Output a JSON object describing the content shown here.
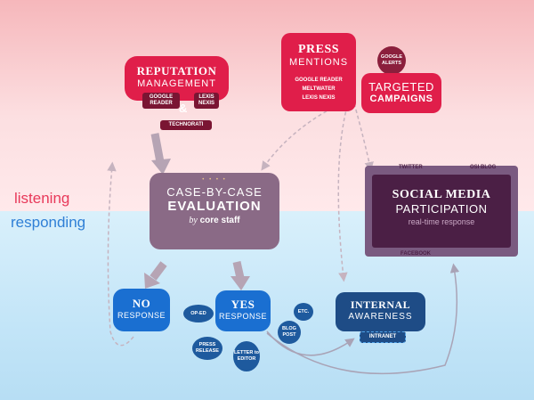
{
  "side_labels": {
    "listening": "listening",
    "responding": "responding"
  },
  "reputation": {
    "title": "REPUTATION",
    "subtitle": "MANAGEMENT",
    "tabs": {
      "google_reader": "GOOGLE READER",
      "lexis_nexis": "LEXIS NEXIS",
      "amp": "&",
      "technorati": "TECHNORATI"
    }
  },
  "press": {
    "title": "PRESS",
    "subtitle": "MENTIONS",
    "sources": [
      "GOOGLE READER",
      "MELTWATER",
      "LEXIS NEXIS"
    ]
  },
  "targeted": {
    "badge": "GOOGLE ALERTS",
    "line1": "TARGETED",
    "line2": "CAMPAIGNS"
  },
  "evaluation": {
    "line1": "CASE-BY-CASE",
    "line2": "EVALUATION",
    "by": "by",
    "staff": "core staff"
  },
  "social": {
    "line1": "SOCIAL MEDIA",
    "line2": "PARTICIPATION",
    "line3": "real-time response",
    "twitter": "TWITTER",
    "blog": "OSI BLOG",
    "facebook": "FACEBOOK"
  },
  "no_response": {
    "title": "NO",
    "subtitle": "RESPONSE"
  },
  "yes_response": {
    "title": "YES",
    "subtitle": "RESPONSE",
    "tabs": {
      "oped": "OP-ED",
      "etc": "ETC.",
      "press_release": "PRESS RELEASE",
      "letter": "LETTER to EDITOR",
      "blog_post": "BLOG POST"
    }
  },
  "internal": {
    "title": "INTERNAL",
    "subtitle": "AWARENESS",
    "tab": "INTRANET"
  },
  "colors": {
    "red": "#e01e4a",
    "dark_red": "#8b1f3c",
    "mauve": "#8a6a86",
    "purple": "#4b1f45",
    "blue": "#1a6fd1",
    "navy": "#1e4c86"
  }
}
